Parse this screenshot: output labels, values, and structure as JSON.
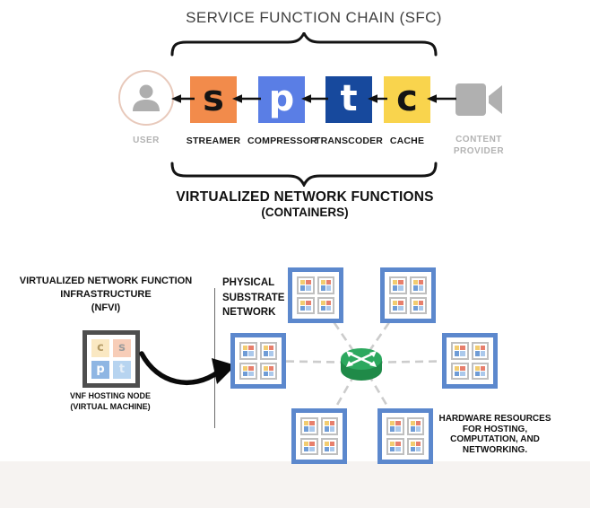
{
  "title": "SERVICE FUNCTION CHAIN (SFC)",
  "chain": {
    "user": {
      "label": "USER"
    },
    "content_provider": {
      "label_line1": "CONTENT",
      "label_line2": "PROVIDER"
    },
    "vnfs": [
      {
        "letter": "s",
        "label": "STREAMER",
        "color": "#F28B4B",
        "letter_color": "#141414"
      },
      {
        "letter": "p",
        "label": "COMPRESSOR",
        "color": "#5A7EE5",
        "letter_color": "#FFFFFF"
      },
      {
        "letter": "t",
        "label": "TRANSCODER",
        "color": "#17499D",
        "letter_color": "#FFFFFF"
      },
      {
        "letter": "c",
        "label": "CACHE",
        "color": "#F9D44D",
        "letter_color": "#141414"
      }
    ]
  },
  "vnf_caption": {
    "line1": "VIRTUALIZED NETWORK FUNCTIONS",
    "line2": "(CONTAINERS)"
  },
  "nfvi": {
    "heading_line1": "VIRTUALIZED NETWORK FUNCTION",
    "heading_line2": "INFRASTRUCTURE",
    "heading_line3": "(NFVI)",
    "node_letters": [
      "c",
      "s",
      "p",
      "t"
    ],
    "node_cell_colors": [
      "#FAE8C2",
      "#F7CDB8",
      "#8FB6E3",
      "#B7D4F0"
    ],
    "node_caption_line1": "VNF HOSTING NODE",
    "node_caption_line2": "(VIRTUAL MACHINE)"
  },
  "substrate": {
    "heading_line1": "PHYSICAL",
    "heading_line2": "SUBSTRATE",
    "heading_line3": "NETWORK",
    "hw_caption_lines": [
      "HARDWARE RESOURCES",
      "FOR HOSTING,",
      "COMPUTATION, AND",
      "NETWORKING."
    ],
    "node_count": 6,
    "node_border_color": "#5C88CD",
    "tiny_square_colors": [
      "#F2CC70",
      "#E77F6C",
      "#6F9CD6",
      "#ABC9EC"
    ],
    "link_style": "dashed",
    "link_color": "#CCCCCC"
  },
  "icons": {
    "user": "person-icon",
    "content_provider": "video-camera-icon",
    "network_core": "router-icon"
  },
  "colors": {
    "background": "#FFFFFF",
    "bottom_strip": "#F6F3F1",
    "brace": "#141414",
    "gray_labels": "#B3B3B3",
    "router_top": "#2CA85E",
    "router_body": "#1F8A48",
    "vnf_node_border": "#4E4E4E"
  }
}
